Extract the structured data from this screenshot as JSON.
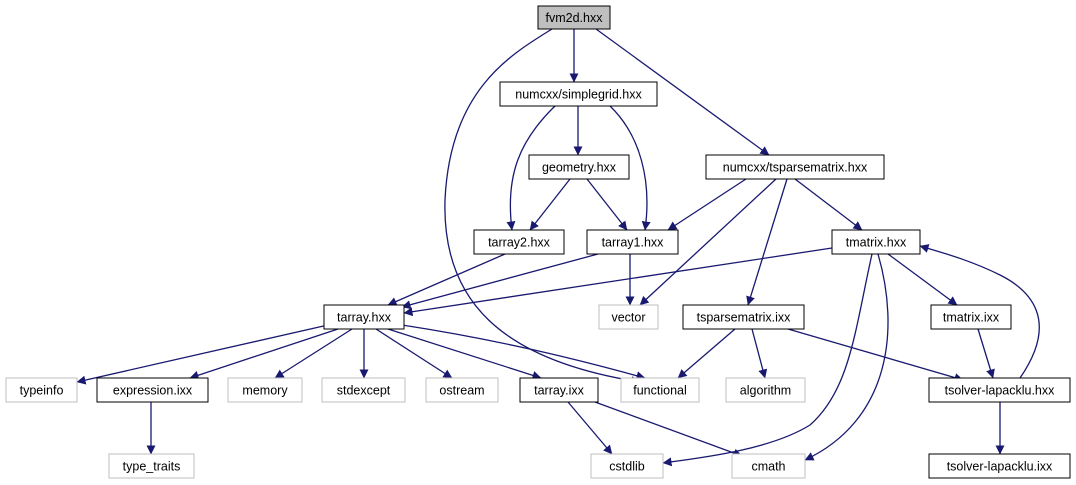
{
  "colors": {
    "edge": "#191970",
    "node_border": "#000000",
    "external_border": "#bfbfbf",
    "root_fill": "#bfbfbf",
    "fill": "#ffffff"
  },
  "nodes": [
    {
      "id": "fvm2d",
      "label": "fvm2d.hxx",
      "kind": "root"
    },
    {
      "id": "simplegrid",
      "label": "numcxx/simplegrid.hxx",
      "kind": "file"
    },
    {
      "id": "geometry",
      "label": "geometry.hxx",
      "kind": "file"
    },
    {
      "id": "tsparsematrix",
      "label": "numcxx/tsparsematrix.hxx",
      "kind": "file"
    },
    {
      "id": "tarray2",
      "label": "tarray2.hxx",
      "kind": "file"
    },
    {
      "id": "tarray1",
      "label": "tarray1.hxx",
      "kind": "file"
    },
    {
      "id": "tmatrix",
      "label": "tmatrix.hxx",
      "kind": "file"
    },
    {
      "id": "tarray",
      "label": "tarray.hxx",
      "kind": "file"
    },
    {
      "id": "vector",
      "label": "vector",
      "kind": "external"
    },
    {
      "id": "tsparsematrix_ixx",
      "label": "tsparsematrix.ixx",
      "kind": "file"
    },
    {
      "id": "tmatrix_ixx",
      "label": "tmatrix.ixx",
      "kind": "file"
    },
    {
      "id": "typeinfo",
      "label": "typeinfo",
      "kind": "external"
    },
    {
      "id": "expression",
      "label": "expression.ixx",
      "kind": "file"
    },
    {
      "id": "memory",
      "label": "memory",
      "kind": "external"
    },
    {
      "id": "stdexcept",
      "label": "stdexcept",
      "kind": "external"
    },
    {
      "id": "ostream",
      "label": "ostream",
      "kind": "external"
    },
    {
      "id": "tarray_ixx",
      "label": "tarray.ixx",
      "kind": "file"
    },
    {
      "id": "functional",
      "label": "functional",
      "kind": "external"
    },
    {
      "id": "algorithm",
      "label": "algorithm",
      "kind": "external"
    },
    {
      "id": "tsolver_hxx",
      "label": "tsolver-lapacklu.hxx",
      "kind": "file"
    },
    {
      "id": "type_traits",
      "label": "type_traits",
      "kind": "external"
    },
    {
      "id": "cstdlib",
      "label": "cstdlib",
      "kind": "external"
    },
    {
      "id": "cmath",
      "label": "cmath",
      "kind": "external"
    },
    {
      "id": "tsolver_ixx",
      "label": "tsolver-lapacklu.ixx",
      "kind": "file"
    }
  ],
  "edges": [
    {
      "from": "fvm2d",
      "to": "simplegrid"
    },
    {
      "from": "fvm2d",
      "to": "tsparsematrix"
    },
    {
      "from": "fvm2d",
      "to": "functional"
    },
    {
      "from": "simplegrid",
      "to": "geometry"
    },
    {
      "from": "simplegrid",
      "to": "tarray2"
    },
    {
      "from": "simplegrid",
      "to": "tarray1"
    },
    {
      "from": "geometry",
      "to": "tarray2"
    },
    {
      "from": "geometry",
      "to": "tarray1"
    },
    {
      "from": "tsparsematrix",
      "to": "tarray1"
    },
    {
      "from": "tsparsematrix",
      "to": "vector"
    },
    {
      "from": "tsparsematrix",
      "to": "tmatrix"
    },
    {
      "from": "tsparsematrix",
      "to": "tsparsematrix_ixx"
    },
    {
      "from": "tarray2",
      "to": "tarray"
    },
    {
      "from": "tarray1",
      "to": "tarray"
    },
    {
      "from": "tarray1",
      "to": "vector"
    },
    {
      "from": "tmatrix",
      "to": "tarray"
    },
    {
      "from": "tmatrix",
      "to": "tmatrix_ixx"
    },
    {
      "from": "tmatrix",
      "to": "cstdlib"
    },
    {
      "from": "tmatrix",
      "to": "cmath"
    },
    {
      "from": "tarray",
      "to": "typeinfo"
    },
    {
      "from": "tarray",
      "to": "expression"
    },
    {
      "from": "tarray",
      "to": "memory"
    },
    {
      "from": "tarray",
      "to": "stdexcept"
    },
    {
      "from": "tarray",
      "to": "ostream"
    },
    {
      "from": "tarray",
      "to": "tarray_ixx"
    },
    {
      "from": "tarray",
      "to": "functional"
    },
    {
      "from": "tsparsematrix_ixx",
      "to": "functional"
    },
    {
      "from": "tsparsematrix_ixx",
      "to": "algorithm"
    },
    {
      "from": "tsparsematrix_ixx",
      "to": "tsolver_hxx"
    },
    {
      "from": "tmatrix_ixx",
      "to": "tsolver_hxx"
    },
    {
      "from": "tsolver_hxx",
      "to": "tmatrix"
    },
    {
      "from": "tsolver_hxx",
      "to": "tsolver_ixx"
    },
    {
      "from": "expression",
      "to": "type_traits"
    },
    {
      "from": "tarray_ixx",
      "to": "cstdlib"
    },
    {
      "from": "tarray_ixx",
      "to": "cmath"
    }
  ]
}
